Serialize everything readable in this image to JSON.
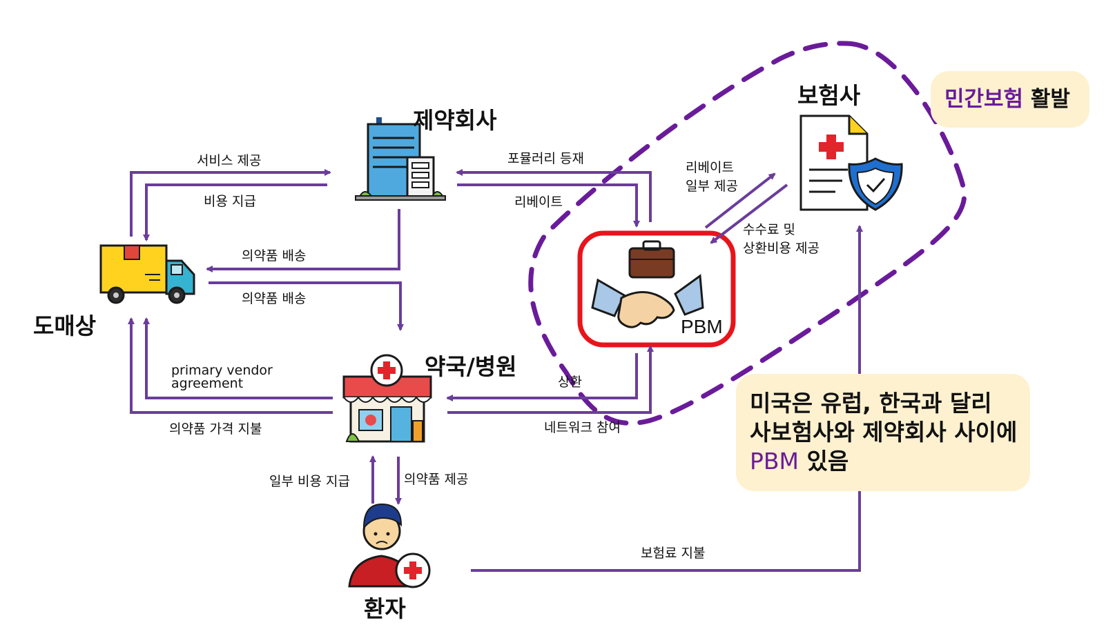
{
  "nodes": {
    "manufacturer": "제약회사",
    "wholesaler": "도매상",
    "pharmacy": "약국/병원",
    "patient": "환자",
    "insurer": "보험사",
    "pbm": "PBM"
  },
  "edges": {
    "service": "서비스 제공",
    "cost_payment": "비용 지급",
    "drug_delivery_1": "의약품 배송",
    "drug_delivery_2": "의약품 배송",
    "formulary": "포뮬러리 등재",
    "rebate": "리베이트",
    "rebate_share_line1": "리베이트",
    "rebate_share_line2": "일부 제공",
    "fee_line1": "수수료 및",
    "fee_line2": "상환비용 제공",
    "pva_line1": "primary vendor",
    "pva_line2": "agreement",
    "drug_price": "의약품 가격 지불",
    "reimbursement": "상환",
    "network": "네트워크 참여",
    "copay": "일부 비용 지급",
    "drug_provide": "의약품 제공",
    "premium": "보험료 지불"
  },
  "callouts": {
    "top_accent": "민간보험",
    "top_rest": " 활발",
    "main_line1": "미국은 유럽, 한국과 달리",
    "main_line2": "사보험사와 제약회사 사이에",
    "main_line3_accent": "PBM",
    "main_line3_rest": " 있음"
  },
  "colors": {
    "arrow": "#6a3d9a",
    "dashed_region": "#6a1b9a",
    "pbm_box": "#e8141c",
    "callout_bg": "#fdf1cf",
    "accent_text": "#6a1b9a"
  }
}
